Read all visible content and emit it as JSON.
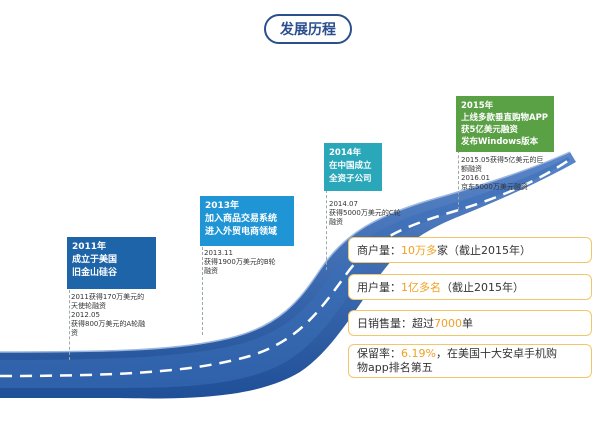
{
  "header": {
    "title": "发展历程"
  },
  "milestones": [
    {
      "year": "2011年",
      "headline_1": "成立于美国",
      "headline_2": "旧金山硅谷",
      "details": [
        "2011获得170万美元的",
        "天使轮融资",
        "2012.05",
        "获得800万美元的A轮融",
        "资"
      ],
      "color": "#1e64a8"
    },
    {
      "year": "2013年",
      "headline_1": "加入商品交易系统",
      "headline_2": "进入外贸电商领域",
      "details": [
        "2013.11",
        "获得1900万美元的B轮",
        "融资"
      ],
      "color": "#1f95d6"
    },
    {
      "year": "2014年",
      "headline_1": "在中国成立",
      "headline_2": "全资子公司",
      "details": [
        "2014.07",
        "获得5000万美元的C轮",
        "融资"
      ],
      "color": "#2aa7b9"
    },
    {
      "year": "2015年",
      "headline_1": "上线多款垂直购物APP",
      "headline_2": "获5亿美元融资",
      "headline_3": "发布Windows版本",
      "details": [
        "2015.05获得5亿美元的巨",
        "额融资",
        "2016.01",
        "京东5000万美元融资"
      ],
      "color": "#5aa045"
    }
  ],
  "stats": [
    {
      "label": "商户量：",
      "value": "10万多",
      "suffix": "家（截止2015年）"
    },
    {
      "label": "用户量：",
      "value": "1亿多名",
      "suffix": "（截止2015年）"
    },
    {
      "label": "日销售量：超过",
      "value": "7000",
      "suffix": "单"
    },
    {
      "label": "保留率：",
      "value": "6.19%",
      "suffix": "，在美国十大安卓手机购",
      "line2": "物app排名第五"
    }
  ],
  "colors": {
    "road": "#1f4f97",
    "road_light": "#5b86c9",
    "accent": "#f0a020",
    "border": "#f2c76a"
  }
}
